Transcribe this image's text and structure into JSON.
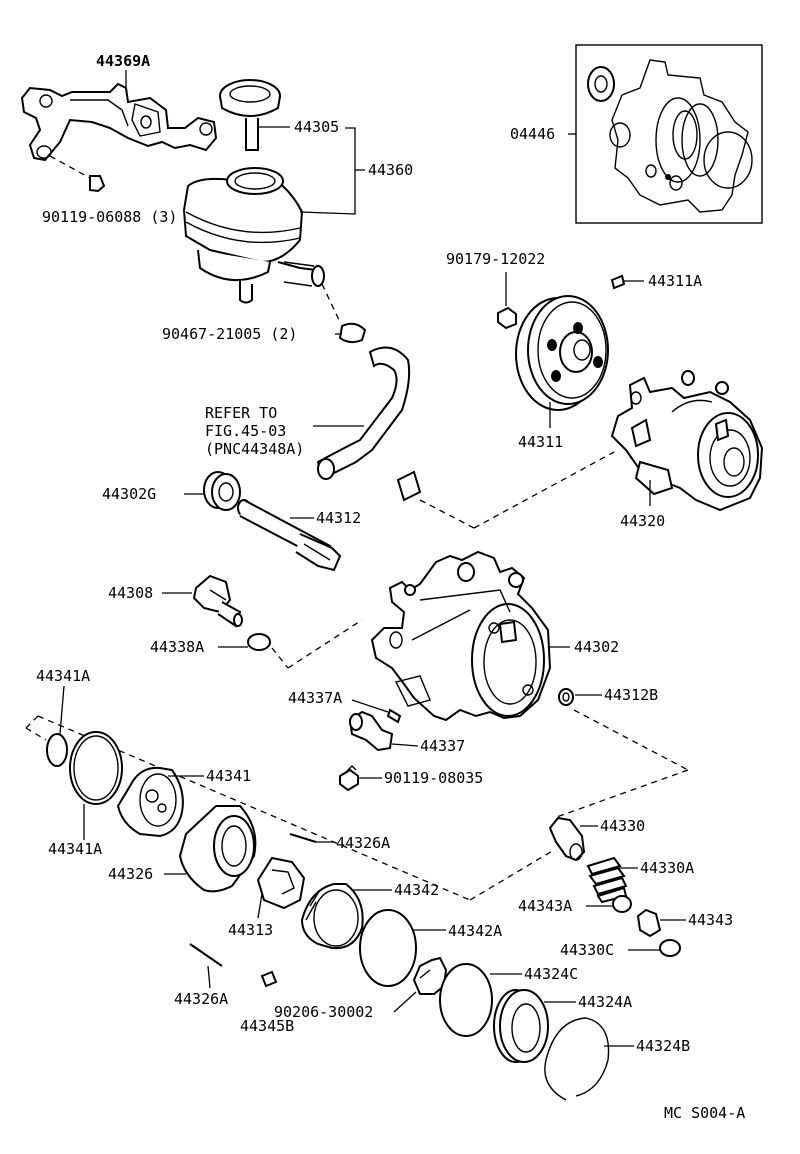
{
  "diagram": {
    "figure_code": "MC S004-A",
    "refer_note": [
      "REFER TO",
      "FIG.45-03",
      "(PNC44348A)"
    ],
    "labels": {
      "p44369A": "44369A",
      "p90119_06088": "90119-06088 (3)",
      "p44305": "44305",
      "p44360": "44360",
      "p04446": "04446",
      "p90179_12022": "90179-12022",
      "p44311A": "44311A",
      "p90467_21005": "90467-21005 (2)",
      "p44311": "44311",
      "p44302G": "44302G",
      "p44312": "44312",
      "p44320": "44320",
      "p44308": "44308",
      "p44338A": "44338A",
      "p44302": "44302",
      "p44341A_top": "44341A",
      "p44337A": "44337A",
      "p44312B": "44312B",
      "p44337": "44337",
      "p44341": "44341",
      "p90119_08035": "90119-08035",
      "p44341A_bottom": "44341A",
      "p44330": "44330",
      "p44326A_top": "44326A",
      "p44326": "44326",
      "p44330A": "44330A",
      "p44342": "44342",
      "p44343A": "44343A",
      "p44343": "44343",
      "p44313": "44313",
      "p44342A": "44342A",
      "p44330C": "44330C",
      "p44324C": "44324C",
      "p44326A_bottom": "44326A",
      "p90206_30002": "90206-30002",
      "p44324A": "44324A",
      "p44345B": "44345B",
      "p44324B": "44324B"
    }
  }
}
